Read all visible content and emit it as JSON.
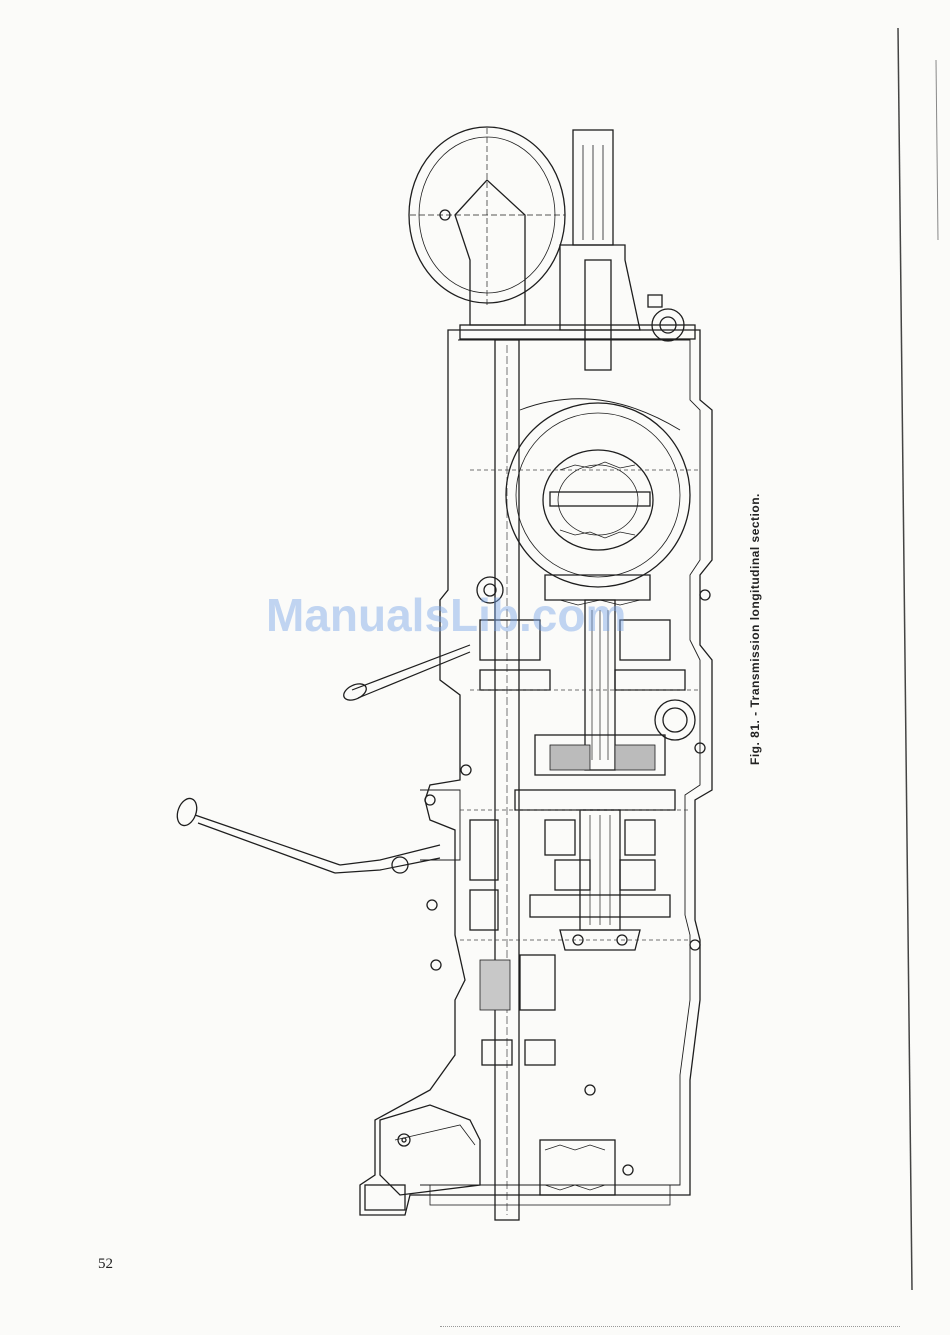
{
  "document": {
    "caption": "Fig. 81. - Transmission longitudinal section.",
    "page_number": "52",
    "watermark": "ManualsLib.com"
  }
}
